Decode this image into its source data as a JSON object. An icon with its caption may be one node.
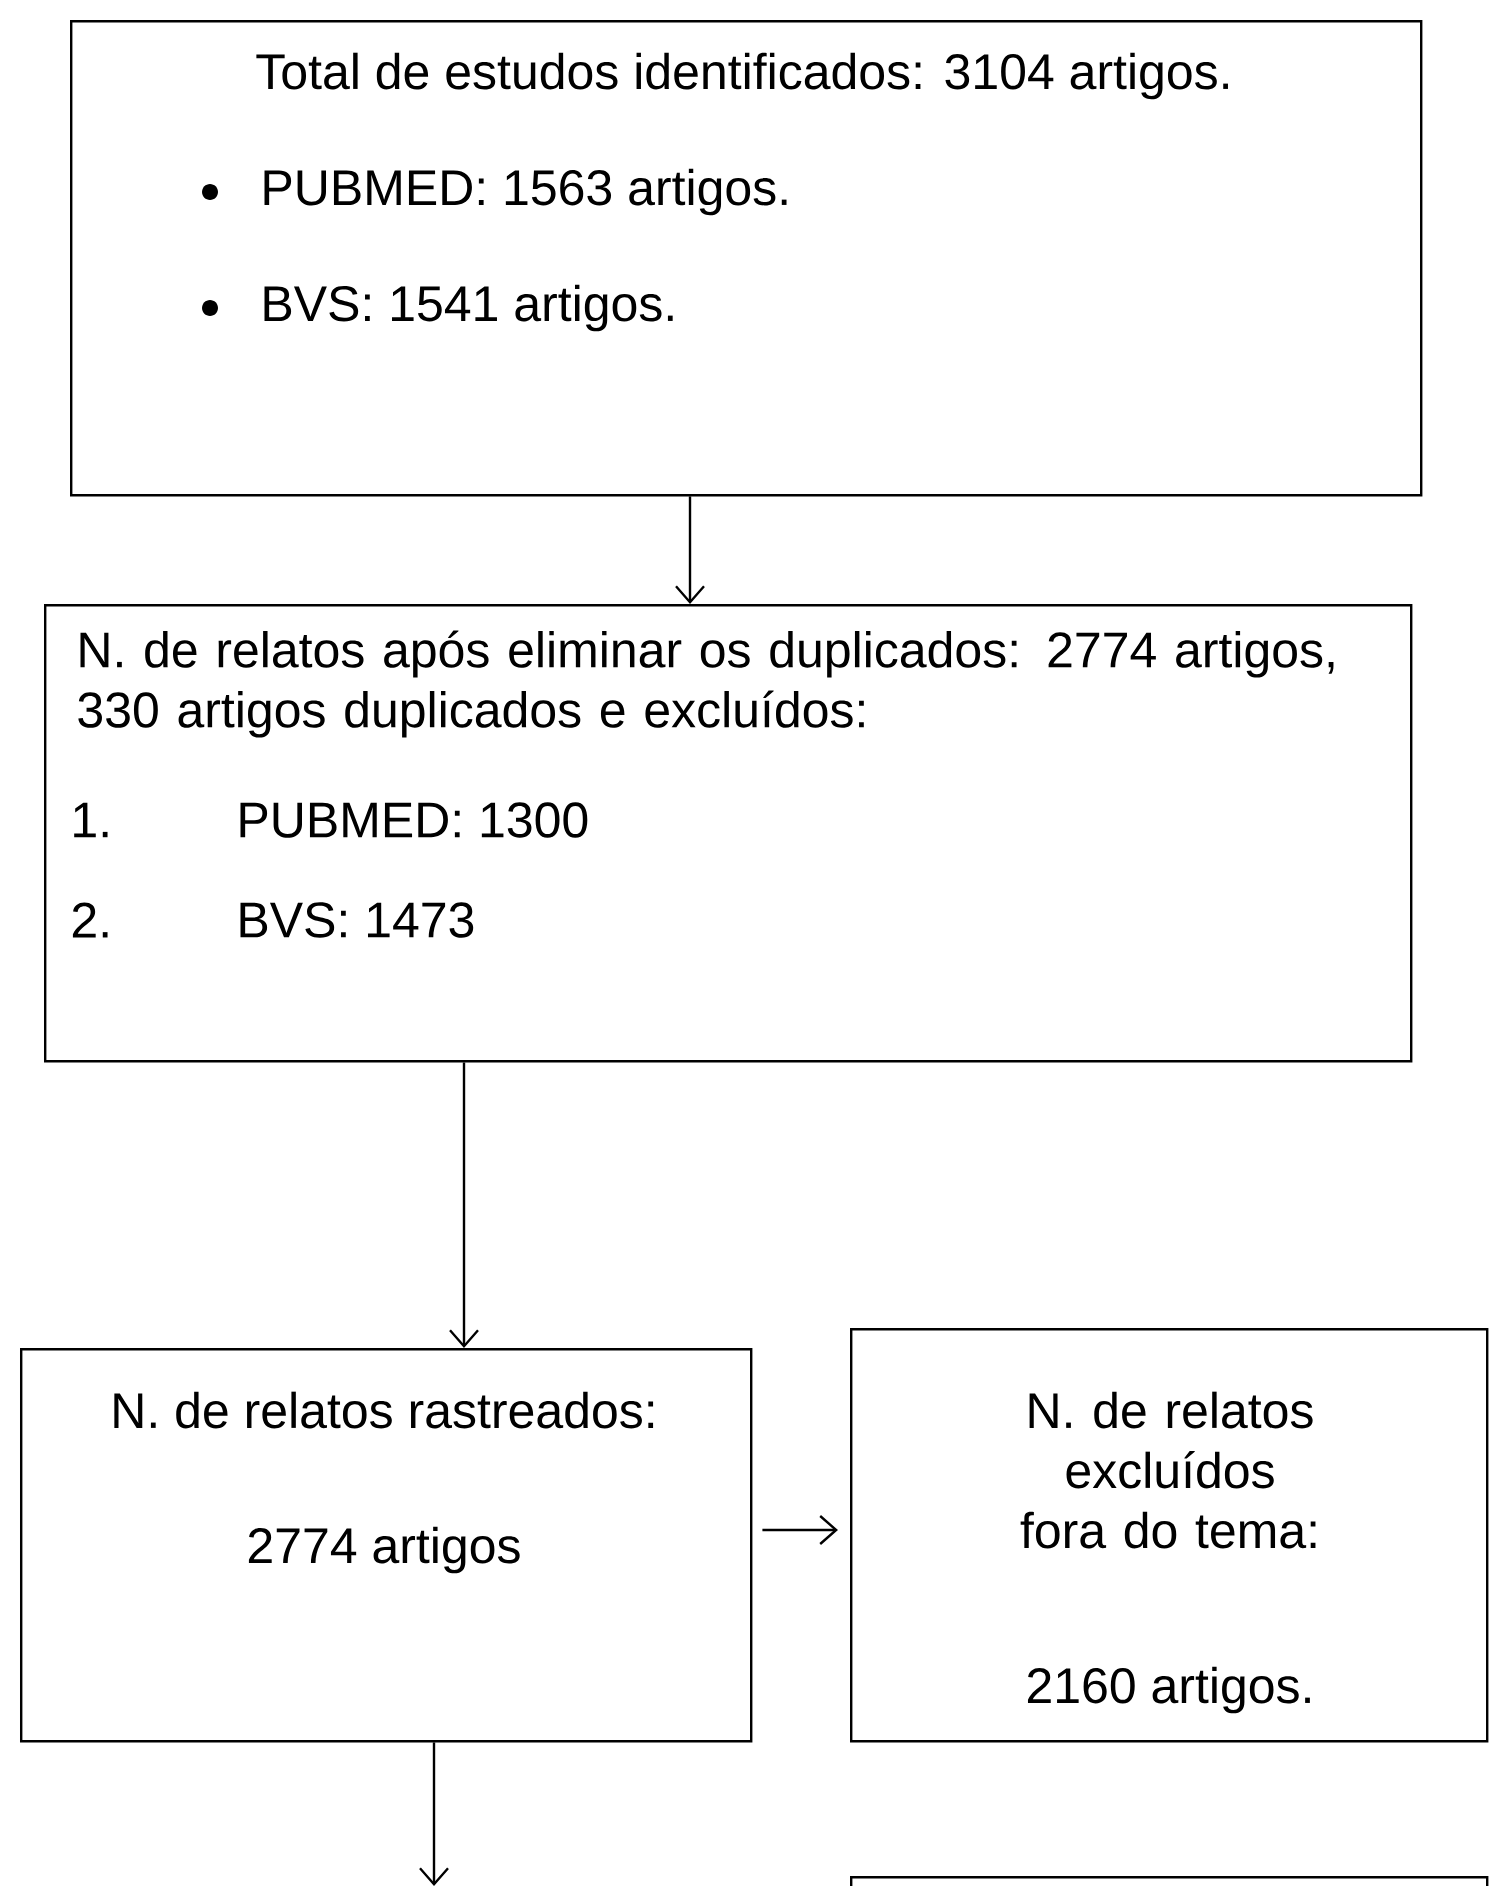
{
  "diagram": {
    "nodes": [
      {
        "text": [
          "Total de estudos identificados: 3104 artigos.",
          "PUBMED: 1563 artigos.",
          "BVS: 1541 artigos."
        ]
      },
      {
        "text": [
          "N. de relatos após eliminar os duplicados: 2774 artigos, 330 artigos duplicados e excluídos:",
          "1.",
          "PUBMED: 1300",
          "2.",
          "BVS: 1473"
        ]
      },
      {
        "text": [
          "N. de relatos rastreados:",
          "2774 artigos"
        ]
      },
      {
        "text": [
          "N. de relatos excluídos fora do tema:",
          "2160 artigos."
        ]
      },
      {
        "text": [],
        "shape": "box"
      }
    ],
    "edges": [
      {
        "from": 0,
        "to": 1,
        "arrow": "to"
      },
      {
        "from": 1,
        "to": 2,
        "arrow": "to"
      },
      {
        "from": 2,
        "to": 3,
        "arrow": "to"
      },
      {
        "from": 2,
        "to": null,
        "arrow": "to"
      }
    ]
  }
}
